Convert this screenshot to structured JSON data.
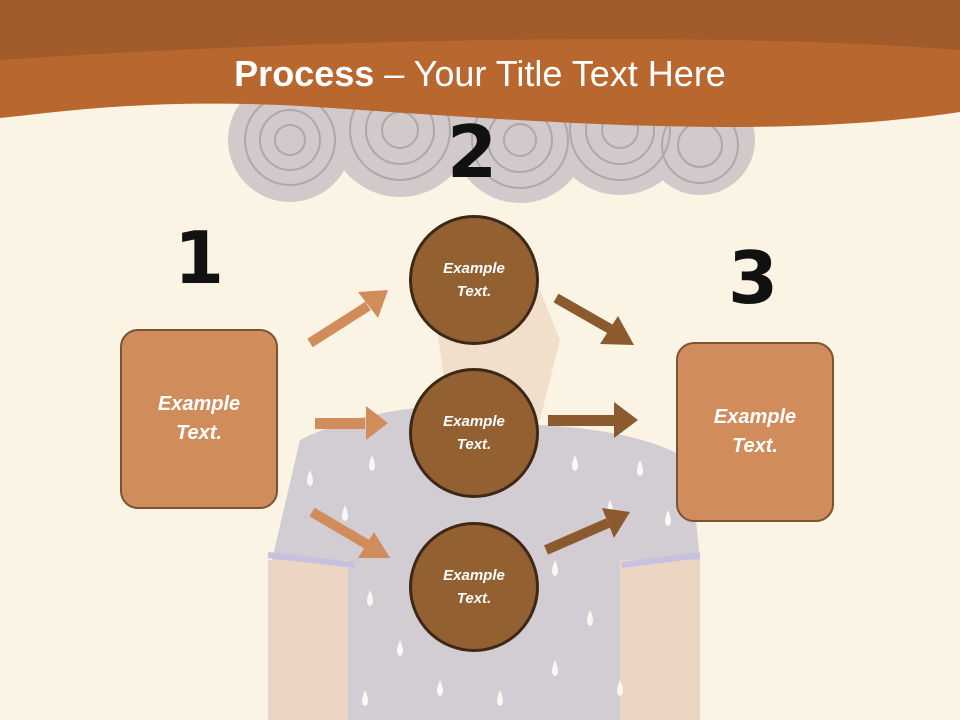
{
  "slide": {
    "title_bold": "Process",
    "title_rest": " – Your Title Text Here",
    "steps": [
      {
        "number": "1",
        "text": "Example Text."
      },
      {
        "number": "2",
        "items": [
          "Example Text.",
          "Example Text.",
          "Example Text."
        ]
      },
      {
        "number": "3",
        "text": "Example Text."
      }
    ]
  },
  "colors": {
    "banner": "#b8682f",
    "background": "#fbf4e4",
    "box_fill": "#d18c5c",
    "circle_fill": "#936131",
    "arrow_light": "#d18c5c",
    "arrow_dark": "#8b5a2e"
  }
}
